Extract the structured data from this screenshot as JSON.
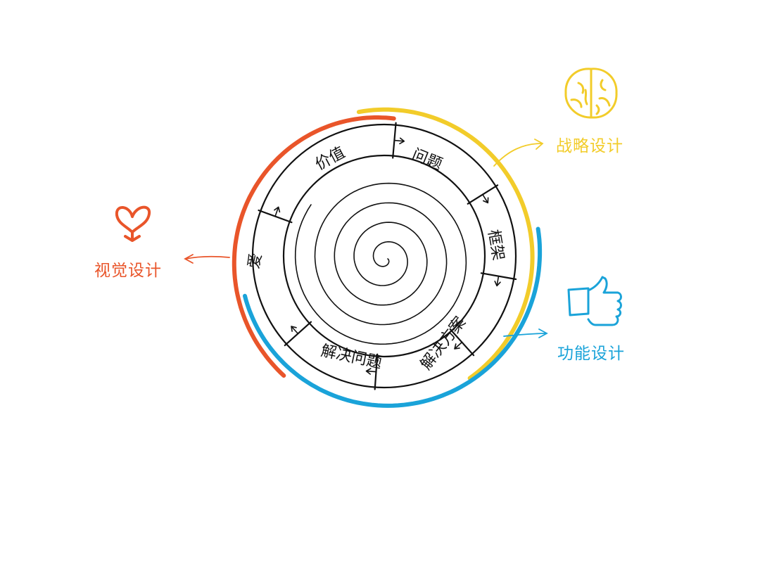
{
  "diagram": {
    "ring_labels": {
      "value": "价值",
      "problem": "问题",
      "framework": "框架",
      "solution": "解决方案",
      "solve_problem": "解决问题",
      "love": "爱"
    },
    "side_labels": {
      "strategy": "战略设计",
      "function": "功能设计",
      "visual": "视觉设计"
    },
    "colors": {
      "strategy": "#f2cc2a",
      "function": "#1aa3d9",
      "visual": "#e9552a",
      "ink": "#111111"
    },
    "icons": {
      "strategy": "brain-icon",
      "function": "thumbs-up-icon",
      "visual": "heart-icon"
    }
  }
}
